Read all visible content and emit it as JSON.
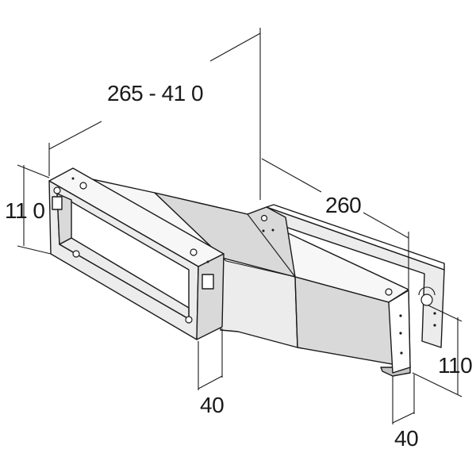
{
  "dimensions": {
    "length_range": "265  - 41 0",
    "top_depth": "260",
    "left_height": "11 0",
    "right_height": "110",
    "left_width": "40",
    "right_width": "40"
  }
}
